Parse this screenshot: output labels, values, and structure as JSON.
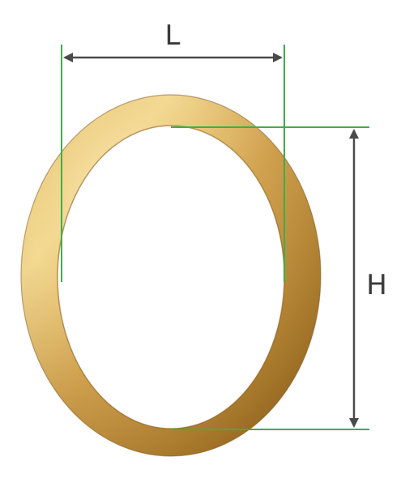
{
  "diagram": {
    "labels": {
      "width_label": "L",
      "height_label": "H"
    },
    "colors": {
      "guide_line": "#3fae49",
      "arrow": "#4a4a4a",
      "label_text": "#3a3a3a",
      "ring_highlight": "#f6df9a",
      "ring_mid": "#d4a24c",
      "ring_shadow": "#9a6a20"
    },
    "object": {
      "shape": "oval-ring",
      "finish": "brushed-gold"
    }
  }
}
